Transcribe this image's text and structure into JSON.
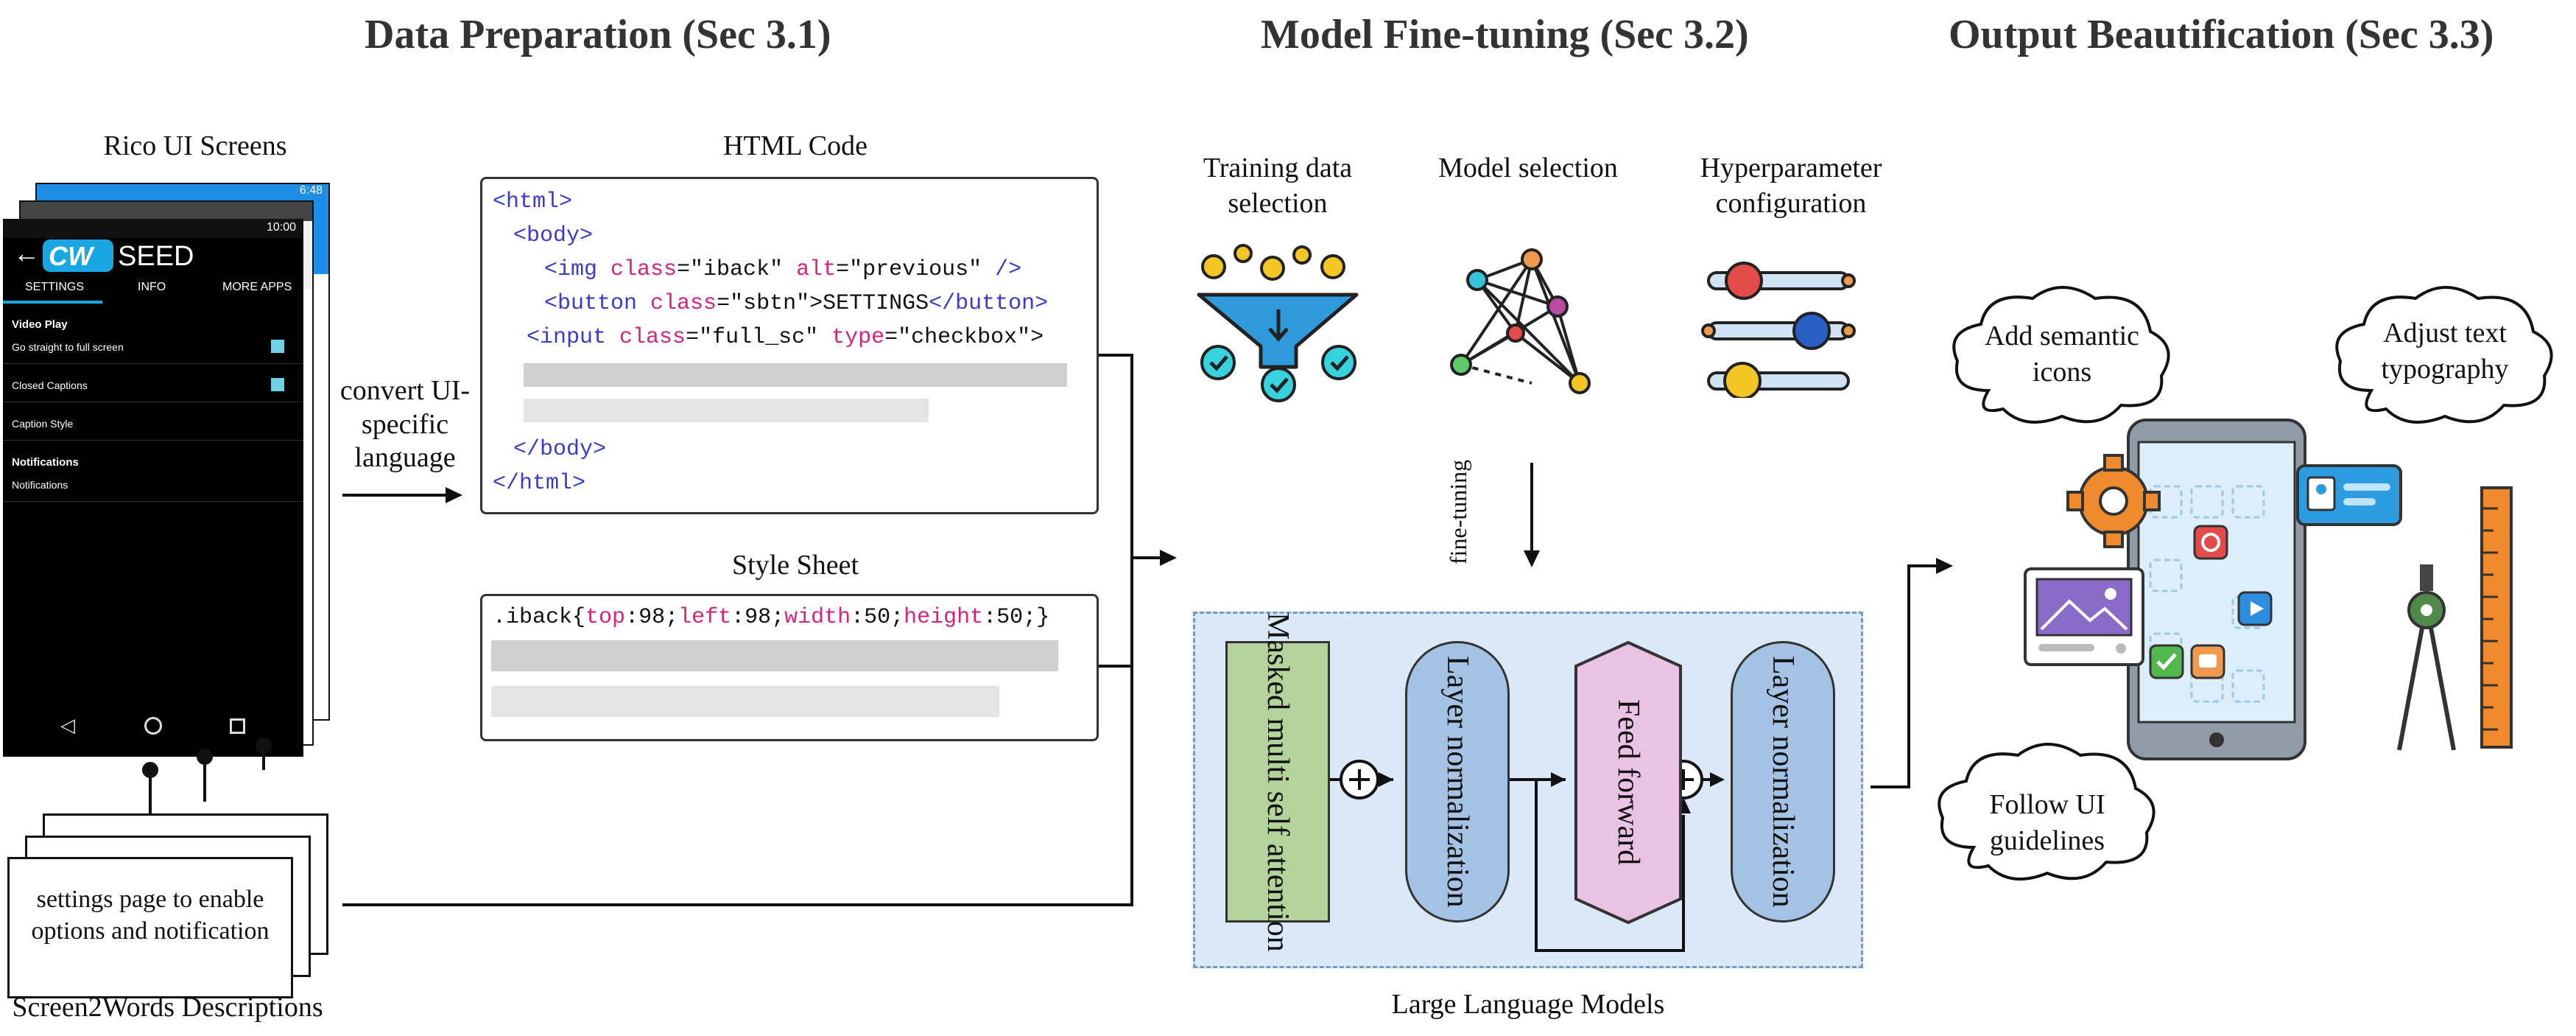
{
  "sections": {
    "data_preparation": "Data Preparation (Sec 3.1)",
    "model_finetuning": "Model Fine-tuning (Sec 3.2)",
    "output_beautification": "Output Beautification (Sec 3.3)"
  },
  "data_prep": {
    "rico_label": "Rico UI Screens",
    "convert_label": "convert UI-specific language",
    "html_code_label": "HTML Code",
    "style_sheet_label": "Style Sheet",
    "screen2words_label": "Screen2Words Descriptions",
    "description_text": "settings page to enable options and notification",
    "html_code": {
      "line1_tag": "<html>",
      "line2_tag": "<body>",
      "line3_tag": "<img",
      "line3_attr1": "class",
      "line3_val1": "=\"iback\"",
      "line3_attr2": "alt",
      "line3_val2": "=\"previous\"",
      "line3_close": "/>",
      "line4_tag": "<button",
      "line4_attr1": "class",
      "line4_val1": "=\"sbtn\">SETTINGS",
      "line4_close": "</button>",
      "line5_tag": "<input",
      "line5_attr1": "class",
      "line5_val1": "=\"full_sc\"",
      "line5_attr2": "type",
      "line5_val2": "=\"checkbox\">",
      "line8_tag": "</body>",
      "line9_tag": "</html>"
    },
    "style_sheet": {
      "selector": ".iback",
      "brace_open": "{",
      "p1": "top",
      "v1": ":98;",
      "p2": "left",
      "v2": ":98;",
      "p3": "width",
      "v3": ":50;",
      "p4": "height",
      "v4": ":50;",
      "brace_close": "}"
    },
    "phone": {
      "status_time": "10:00",
      "status_time_back": "6:48",
      "app_logo_cw": "CW",
      "app_logo_seed": "SEED",
      "tabs": [
        "SETTINGS",
        "INFO",
        "MORE APPS"
      ],
      "section_video": "Video Play",
      "item1": "Go straight to full screen",
      "item2": "Closed Captions",
      "item3": "Caption Style",
      "section_notifications": "Notifications",
      "item4": "Notifications"
    }
  },
  "finetuning": {
    "training_data_label": "Training data selection",
    "model_selection_label": "Model selection",
    "hyperparameter_label": "Hyperparameter configuration",
    "finetuning_arrow_label": "fine-tuning",
    "block1": "Masked multi self attention",
    "block2": "Layer normalization",
    "block3": "Feed forward",
    "block4": "Layer normalization",
    "llm_label": "Large Language Models"
  },
  "beautification": {
    "cloud1": "Add semantic icons",
    "cloud2": "Adjust text typography",
    "cloud3": "Follow UI guidelines"
  },
  "colors": {
    "attention_block": "#b3d39a",
    "layernorm_block": "#a4c2e3",
    "feedforward_block": "#e9c2e4",
    "llm_background": "#dbe8f8",
    "code_tag": "#3a3acc",
    "code_attr": "#d6247a"
  }
}
